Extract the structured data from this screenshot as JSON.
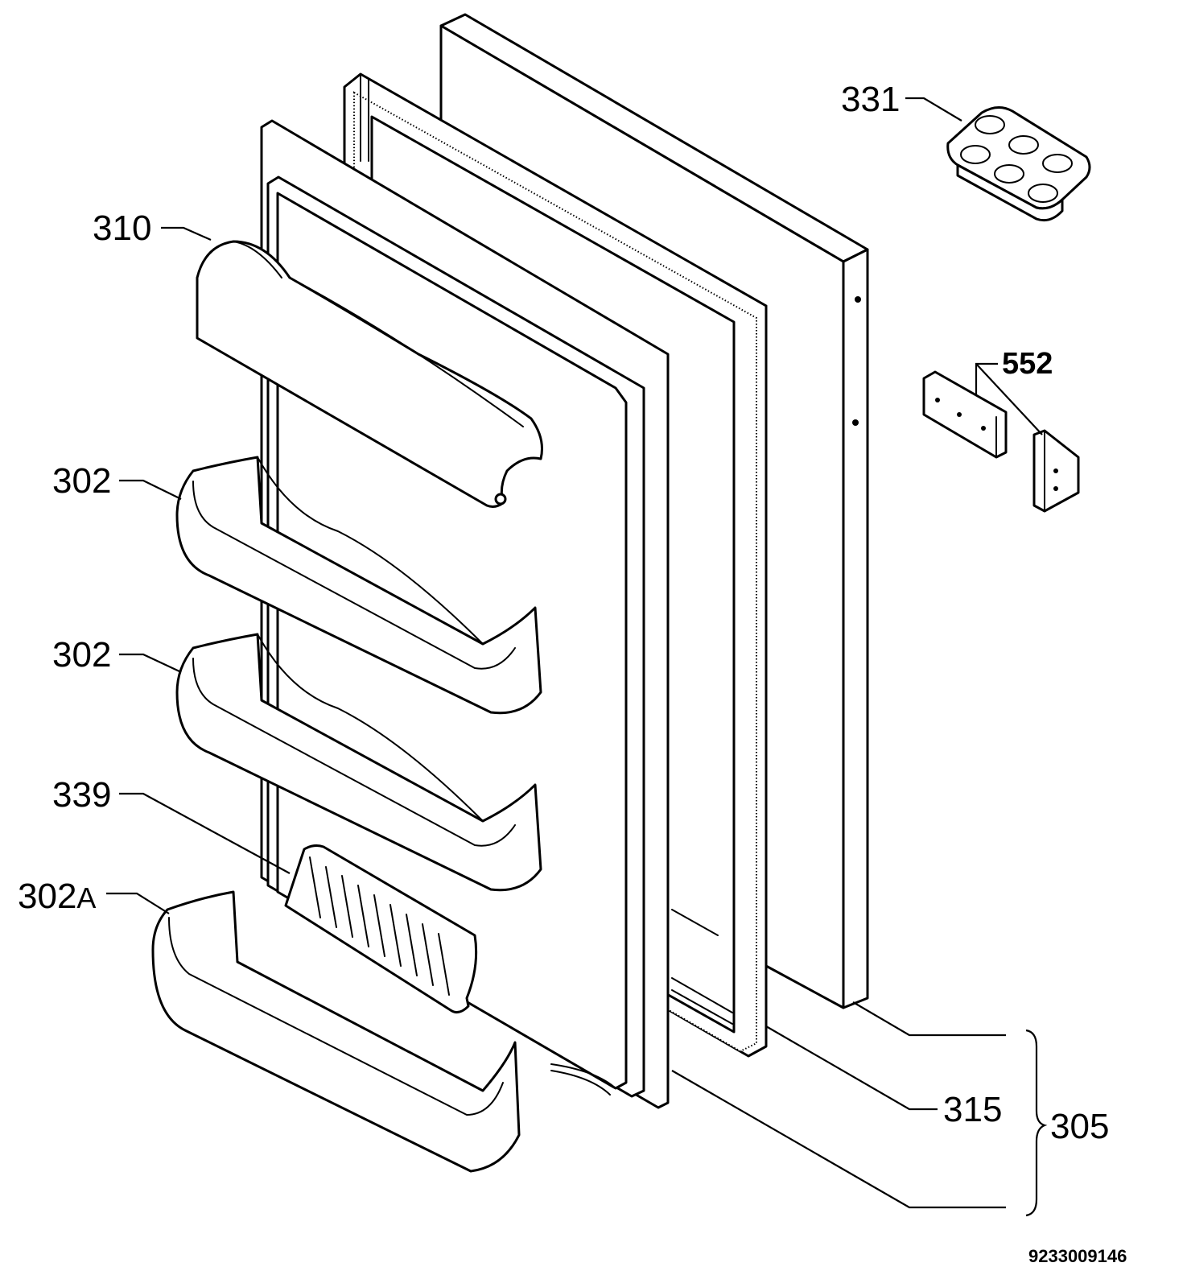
{
  "labels": {
    "p331": "331",
    "p552": "552",
    "p310": "310",
    "p302_top": "302",
    "p302_mid": "302",
    "p339": "339",
    "p302a_num": "302",
    "p302a_suffix": "A",
    "p315": "315",
    "p305": "305"
  },
  "drawing_code": "9233009146",
  "colors": {
    "line": "#000000",
    "background": "#ffffff"
  }
}
